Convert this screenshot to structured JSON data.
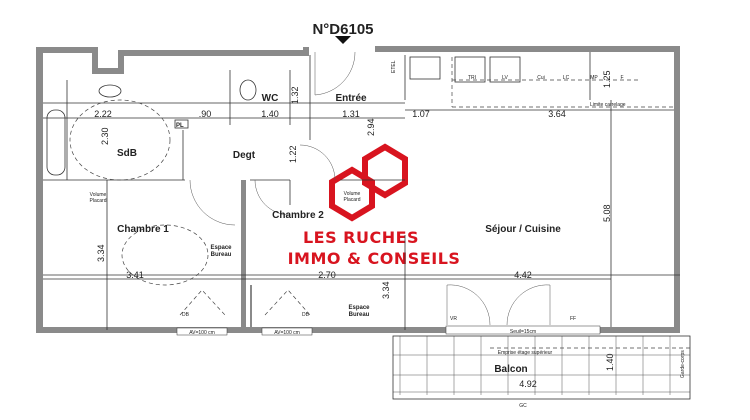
{
  "plan": {
    "lot_number": "N°D6105",
    "rooms": {
      "sdb": "SdB",
      "wc": "WC",
      "entree": "Entrée",
      "degt": "Degt",
      "chambre1": "Chambre 1",
      "chambre2": "Chambre 2",
      "sejour": "Séjour / Cuisine",
      "balcon": "Balcon"
    },
    "dimensions": {
      "sdb_width": "2.22",
      "sdb_depth": "2.30",
      "pl_width": ".90",
      "wc_width": "1.40",
      "wc_depth": "1.32",
      "entree_width": "1.31",
      "entree_depth": "2.94",
      "degt_depth": "1.22",
      "kitchen_gap": "1.07",
      "kitchen_width": "3.64",
      "kitchen_depth": "1.25",
      "sejour_depth": "5.08",
      "chambre1_width": "3.41",
      "chambre1_depth": "3.34",
      "chambre2_width": "2.70",
      "chambre2_depth": "3.34",
      "sejour_width": "4.42",
      "balcon_depth": "1.40",
      "balcon_width": "4.92"
    },
    "annotations": {
      "pl": "PL",
      "volume_placard": [
        "Volume",
        "Placard"
      ],
      "espace_bureau": [
        "Espace",
        "Bureau"
      ],
      "av1": "AV=100 cm",
      "av2": "AV=100 cm",
      "db1": "DB",
      "db2": "DB",
      "vr": "VR",
      "ff": "FF",
      "seuil": "Seuil=15cm",
      "emprise": "Emprise étage supérieur",
      "limite": "Limite carrelage",
      "gc": "GC",
      "garde_corps": "Garde-corps",
      "etel": "ETEL",
      "kitchen": [
        "TRI",
        "LV",
        "Cui",
        "LC",
        "MP",
        "F"
      ]
    },
    "logo": {
      "line1": "LES RUCHES",
      "line2": "IMMO & CONSEILS",
      "color": "#d8141f"
    }
  }
}
